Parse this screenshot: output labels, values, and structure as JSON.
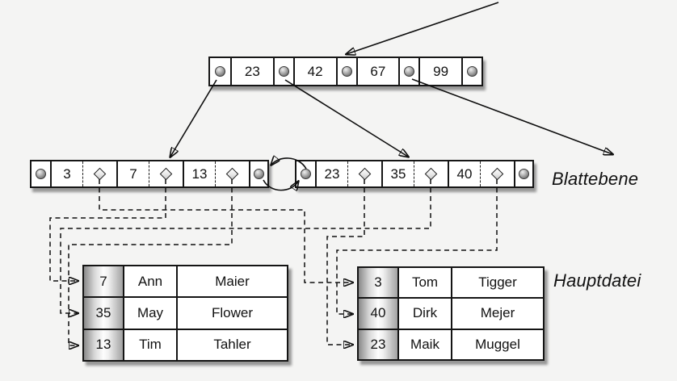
{
  "diagram_type": "b-plus-tree-index-with-main-file",
  "colors": {
    "background": "#f4f4f3",
    "line": "#0f0f0f",
    "node_fill": "#ffffff",
    "key_column_gradient": [
      "#8a8a8a",
      "#fdfdfd",
      "#a2a2a2"
    ]
  },
  "labels": {
    "leaf_level": "Blattebene",
    "main_file": "Hauptdatei"
  },
  "root_node": {
    "keys": [
      "23",
      "42",
      "67",
      "99"
    ]
  },
  "leaf_nodes": [
    {
      "keys": [
        "3",
        "7",
        "13"
      ]
    },
    {
      "keys": [
        "23",
        "35",
        "40"
      ]
    }
  ],
  "tables": [
    {
      "rows": [
        [
          "7",
          "Ann",
          "Maier"
        ],
        [
          "35",
          "May",
          "Flower"
        ],
        [
          "13",
          "Tim",
          "Tahler"
        ]
      ]
    },
    {
      "rows": [
        [
          "3",
          "Tom",
          "Tigger"
        ],
        [
          "40",
          "Dirk",
          "Mejer"
        ],
        [
          "23",
          "Maik",
          "Muggel"
        ]
      ]
    }
  ],
  "record_links": [
    {
      "key": "3",
      "table": 1,
      "row": 0
    },
    {
      "key": "7",
      "table": 0,
      "row": 0
    },
    {
      "key": "13",
      "table": 0,
      "row": 2
    },
    {
      "key": "23",
      "table": 1,
      "row": 2
    },
    {
      "key": "35",
      "table": 0,
      "row": 1
    },
    {
      "key": "40",
      "table": 1,
      "row": 1
    }
  ]
}
